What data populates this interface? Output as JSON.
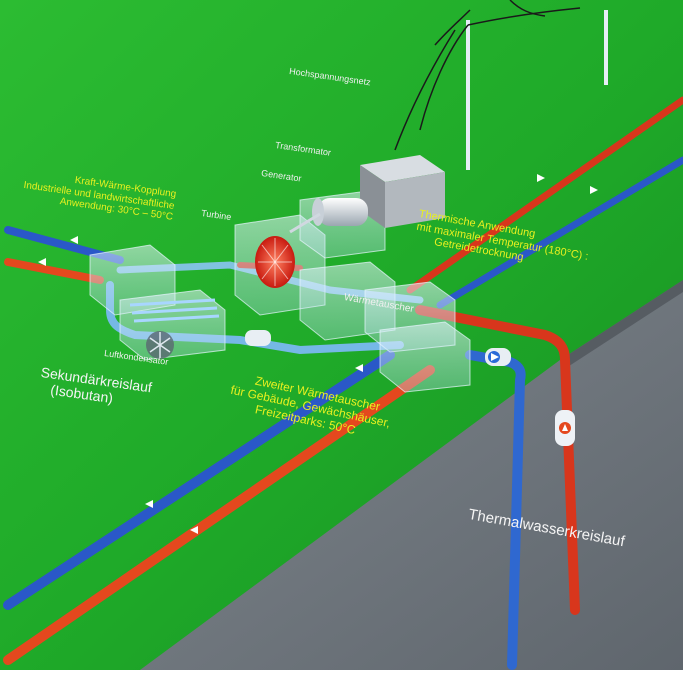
{
  "labels": {
    "hochspannungsnetz": "Hochspannungsnetz",
    "transformator": "Transformator",
    "generator": "Generator",
    "turbine": "Turbine",
    "kwk": [
      "Kraft-Wärme-Kopplung",
      "Industrielle und landwirtschaftliche",
      "Anwendung: 30°C – 50°C"
    ],
    "thermische": [
      "Thermische Anwendung",
      "mit maximaler Temperatur (180°C) :",
      "Getreidetrocknung"
    ],
    "waermetauscher": "Wärmetauscher",
    "luftkondensator": "Luftkondensator",
    "sekundaer": [
      "Sekundärkreislauf",
      "(Isobutan)"
    ],
    "zweiter": [
      "Zweiter Wärmetauscher",
      "für Gebäude, Gewächshäuser,",
      "Freizeitparks: 50°C"
    ],
    "thermalwasser": "Thermalwasserkreislauf"
  },
  "colors": {
    "field": "#1fae2c",
    "field_light": "#35c43a",
    "ground": "#6e757c",
    "hot_pipe": "#e8431c",
    "cold_pipe": "#2656c8",
    "light_pipe": "#7ab8f0",
    "label_yellow": "#e8f020",
    "label_white": "#f4f4f4"
  },
  "icons": [
    "turbine-icon",
    "fan-icon",
    "flow-arrow-icon",
    "pump-icon",
    "pylon-icon"
  ]
}
